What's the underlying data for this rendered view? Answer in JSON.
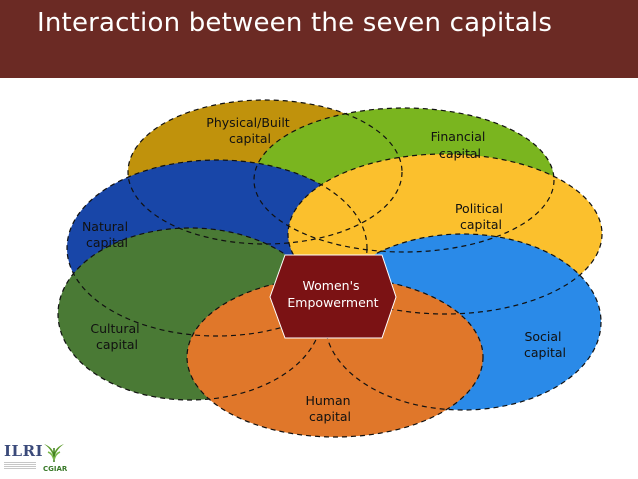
{
  "title": "Interaction between the seven capitals",
  "diagram": {
    "center": [
      "Women's",
      "Empowerment"
    ],
    "capitals": [
      {
        "id": "physical",
        "lines": [
          "Physical/Built",
          "capital"
        ],
        "color": "#c0920c"
      },
      {
        "id": "financial",
        "lines": [
          "Financial",
          "capital"
        ],
        "color": "#7ab51f"
      },
      {
        "id": "natural",
        "lines": [
          "Natural",
          "capital"
        ],
        "color": "#1846a8"
      },
      {
        "id": "political",
        "lines": [
          "Political",
          "capital"
        ],
        "color": "#fbc02d"
      },
      {
        "id": "social",
        "lines": [
          "Social",
          "capital"
        ],
        "color": "#2a8ae8"
      },
      {
        "id": "cultural",
        "lines": [
          "Cultural",
          "capital"
        ],
        "color": "#4a7a35"
      },
      {
        "id": "human",
        "lines": [
          "Human",
          "capital"
        ],
        "color": "#e0772a"
      }
    ],
    "center_color": "#7b1214"
  },
  "logos": {
    "ilri": "ILRI",
    "cgiar": "CGIAR"
  }
}
